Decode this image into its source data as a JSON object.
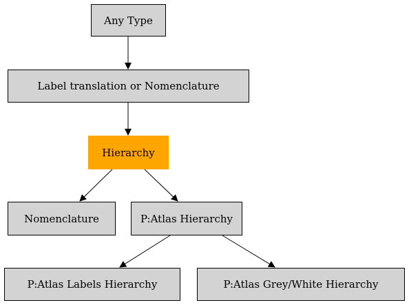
{
  "diagram": {
    "colors": {
      "node_fill": "#d3d3d3",
      "highlight_fill": "#ffa500",
      "stroke": "#000000",
      "background": "#ffffff"
    },
    "nodes": [
      {
        "id": "any-type",
        "label": "Any Type"
      },
      {
        "id": "label-translation",
        "label": "Label translation or Nomenclature"
      },
      {
        "id": "hierarchy",
        "label": "Hierarchy",
        "highlighted": true
      },
      {
        "id": "nomenclature",
        "label": "Nomenclature"
      },
      {
        "id": "patlas-hierarchy",
        "label": "P:Atlas Hierarchy"
      },
      {
        "id": "patlas-labels-hierarchy",
        "label": "P:Atlas Labels Hierarchy"
      },
      {
        "id": "patlas-greywhite-hierarchy",
        "label": "P:Atlas Grey/White Hierarchy"
      }
    ],
    "edges": [
      {
        "from": "any-type",
        "to": "label-translation"
      },
      {
        "from": "label-translation",
        "to": "hierarchy"
      },
      {
        "from": "hierarchy",
        "to": "nomenclature"
      },
      {
        "from": "hierarchy",
        "to": "patlas-hierarchy"
      },
      {
        "from": "patlas-hierarchy",
        "to": "patlas-labels-hierarchy"
      },
      {
        "from": "patlas-hierarchy",
        "to": "patlas-greywhite-hierarchy"
      }
    ]
  }
}
